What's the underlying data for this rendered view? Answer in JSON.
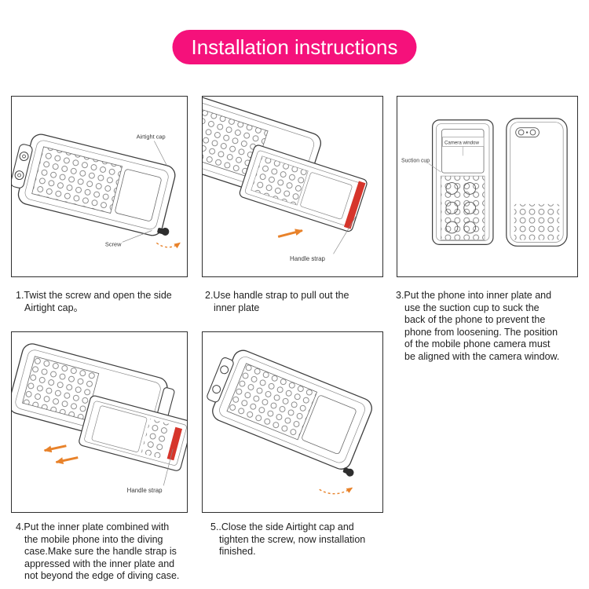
{
  "header": {
    "title": "Installation instructions"
  },
  "colors": {
    "header_bg": "#F5117B",
    "header_text": "#ffffff",
    "arrow_orange": "#E8822A",
    "strap_red": "#D6352B",
    "line_dark": "#3d3d3d"
  },
  "illustration_labels": {
    "airtight_cap": "Airtight cap",
    "screw": "Screw",
    "handle_strap": "Handle strap",
    "suction_cup": "Suction cup",
    "camera_window": "Camera window"
  },
  "steps": [
    {
      "caption": "1.Twist the screw and open the side\nAirtight cap。"
    },
    {
      "caption": "2.Use handle strap to pull out the\ninner plate"
    },
    {
      "caption": "3.Put the phone into inner plate and\nuse the suction cup  to suck the\nback of the phone to prevent the\nphone  from loosening. The position\nof the mobile phone  camera must\nbe aligned with the camera window."
    },
    {
      "caption": "4.Put the inner plate combined with\nthe mobile phone into  the diving\ncase.Make sure the handle strap is\nappressed  with the inner plate and\nnot beyond the edge of diving  case."
    },
    {
      "caption": "5..Close the side Airtight cap and\ntighten the screw, now  installation\nfinished."
    }
  ]
}
